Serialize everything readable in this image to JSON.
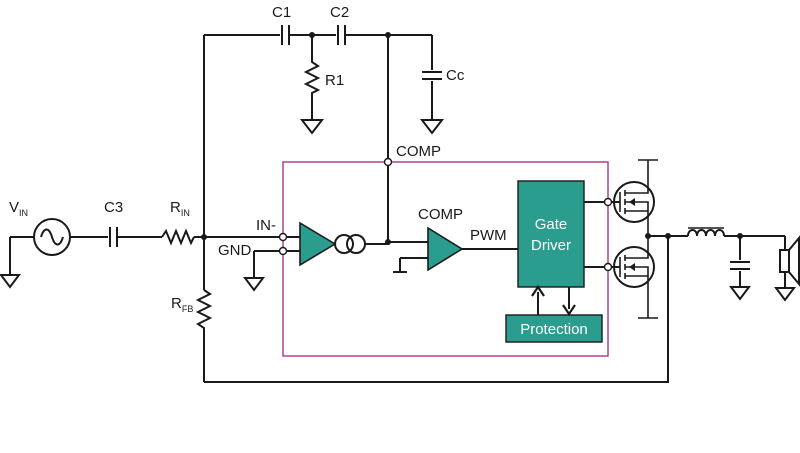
{
  "colors": {
    "accent": "#2a9d8f",
    "ic_border": "#b0428a",
    "wire": "#1a1a1a"
  },
  "labels": {
    "c1": "C1",
    "c2": "C2",
    "r1": "R1",
    "cc": "Cc",
    "comp_pin": "COMP",
    "vin_main": "V",
    "vin_sub": "IN",
    "c3": "C3",
    "rin_main": "R",
    "rin_sub": "IN",
    "in_minus": "IN-",
    "gnd": "GND",
    "rfb_main": "R",
    "rfb_sub": "FB",
    "comp_amp": "COMP",
    "pwm": "PWM",
    "gate_line1": "Gate",
    "gate_line2": "Driver",
    "protection": "Protection"
  }
}
